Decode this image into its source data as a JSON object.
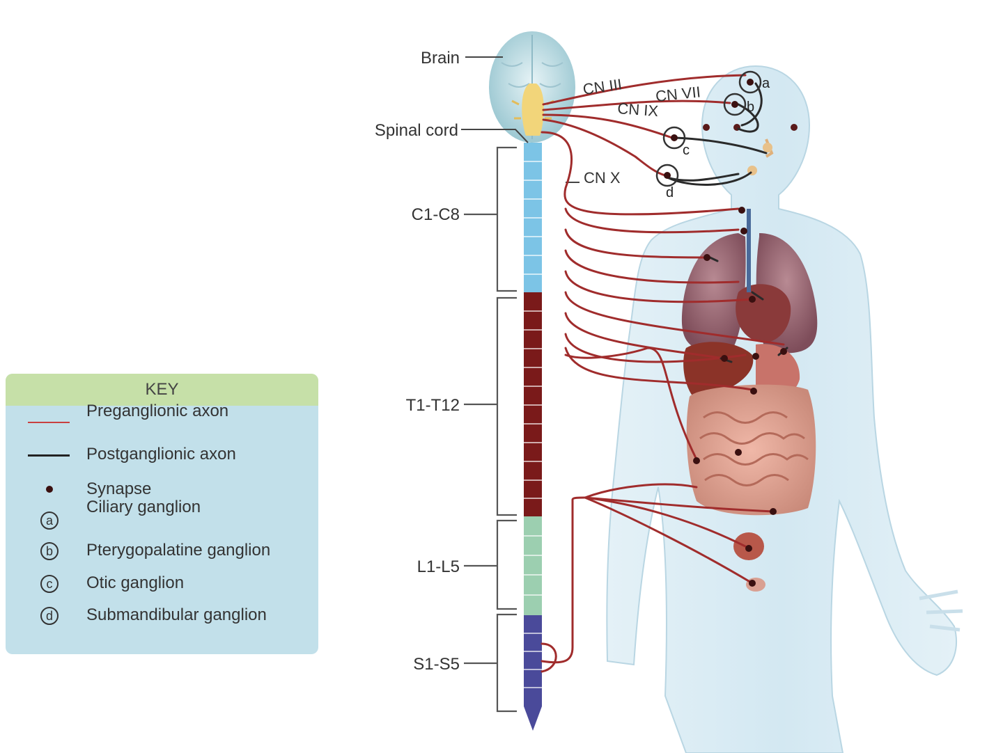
{
  "labels": {
    "brain": "Brain",
    "spinal_cord": "Spinal cord",
    "c_region": "C1-C8",
    "t_region": "T1-T12",
    "l_region": "L1-L5",
    "s_region": "S1-S5",
    "cn3": "CN III",
    "cn7": "CN VII",
    "cn9": "CN IX",
    "cn10": "CN X"
  },
  "ganglion_markers": [
    "a",
    "b",
    "c",
    "d"
  ],
  "key": {
    "title": "KEY",
    "items": [
      {
        "symbol": "red-line",
        "label": "Preganglionic axon"
      },
      {
        "symbol": "black-line",
        "label": "Postganglionic axon"
      },
      {
        "symbol": "dot",
        "label": "Synapse"
      },
      {
        "symbol": "a",
        "label": "Ciliary ganglion"
      },
      {
        "symbol": "b",
        "label": "Pterygopalatine ganglion"
      },
      {
        "symbol": "c",
        "label": "Otic ganglion"
      },
      {
        "symbol": "d",
        "label": "Submandibular ganglion"
      }
    ]
  },
  "colors": {
    "preganglionic": "#a02c2c",
    "postganglionic": "#2a2a2a",
    "cervical": "#7cc4e6",
    "thoracic": "#7a1a1a",
    "lumbar": "#9ccfb0",
    "sacral": "#4a4a9a",
    "key_bg": "#c2e0ea",
    "key_header": "#c6e0a8"
  }
}
